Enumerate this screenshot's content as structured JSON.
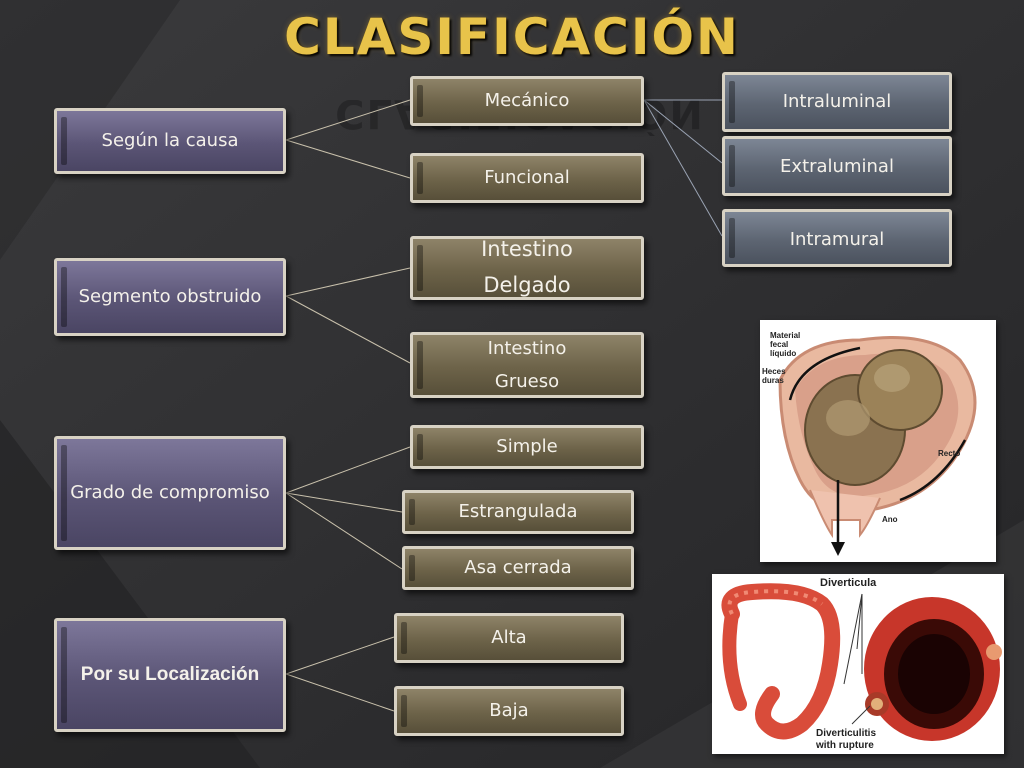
{
  "title": "CLASIFICACIÓN",
  "categories": [
    {
      "label": "Según la causa"
    },
    {
      "label": "Segmento obstruido"
    },
    {
      "label": "Grado de compromiso"
    },
    {
      "label": "Por su Localización"
    }
  ],
  "causa": [
    "Mecánico",
    "Funcional"
  ],
  "segmento": [
    [
      "Intestino",
      "Delgado"
    ],
    [
      "Intestino",
      "Grueso"
    ]
  ],
  "grado": [
    "Simple",
    "Estrangulada",
    "Asa cerrada"
  ],
  "localizacion": [
    "Alta",
    "Baja"
  ],
  "mecanico_types": [
    "Intraluminal",
    "Extraluminal",
    "Intramural"
  ],
  "images": {
    "colon": {
      "labels": [
        "Material",
        "fecal",
        "líquido",
        "Heces",
        "duras",
        "Recto",
        "Ano"
      ]
    },
    "diverticula": {
      "labels": [
        "Diverticula",
        "Diverticulitis",
        "with rupture"
      ]
    }
  },
  "colors": {
    "title": "#e8c34a",
    "category_box": "#5b5576",
    "sub_box": "#6d6349",
    "mech_box": "#5d6572",
    "connector": "#c9c1ac"
  }
}
